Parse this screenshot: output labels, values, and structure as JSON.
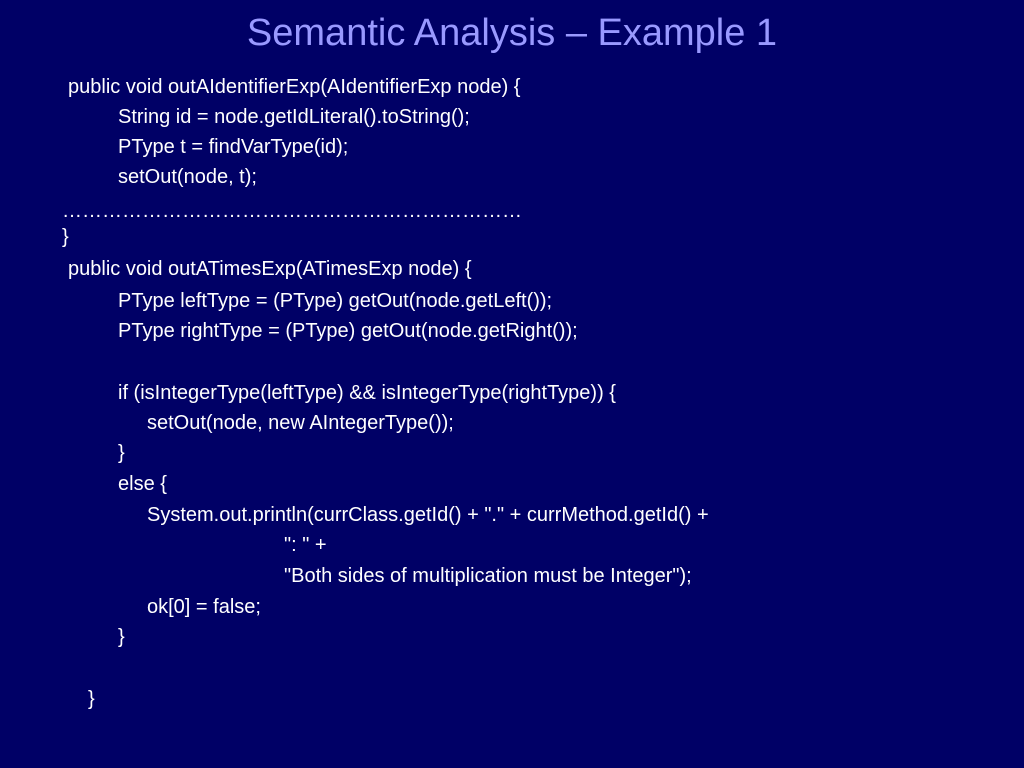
{
  "slide": {
    "title": "Semantic Analysis – Example 1",
    "code_lines": [
      "public void outAIdentifierExp(AIdentifierExp node) {",
      "String id = node.getIdLiteral().toString();",
      "PType t = findVarType(id);",
      "setOut(node, t);",
      "……………………………………………………………",
      "}",
      "public void outATimesExp(ATimesExp node) {",
      "PType leftType = (PType) getOut(node.getLeft());",
      "PType rightType = (PType) getOut(node.getRight());",
      "if (isIntegerType(leftType) && isIntegerType(rightType)) {",
      "setOut(node, new AIntegerType());",
      "}",
      "else {",
      "System.out.println(currClass.getId() + \".\" + currMethod.getId() +",
      "\": \" +",
      "\"Both sides of multiplication must be Integer\");",
      "ok[0] = false;",
      "}",
      "}"
    ]
  }
}
